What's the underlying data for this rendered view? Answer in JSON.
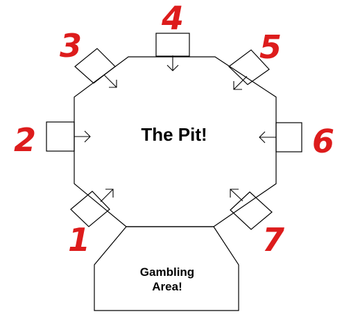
{
  "diagram": {
    "title": "The Pit!",
    "area_line1": "Gambling",
    "area_line2": "Area!",
    "numbers": {
      "n1": "1",
      "n2": "2",
      "n3": "3",
      "n4": "4",
      "n5": "5",
      "n6": "6",
      "n7": "7"
    },
    "number_color": "#dd1c1c"
  }
}
